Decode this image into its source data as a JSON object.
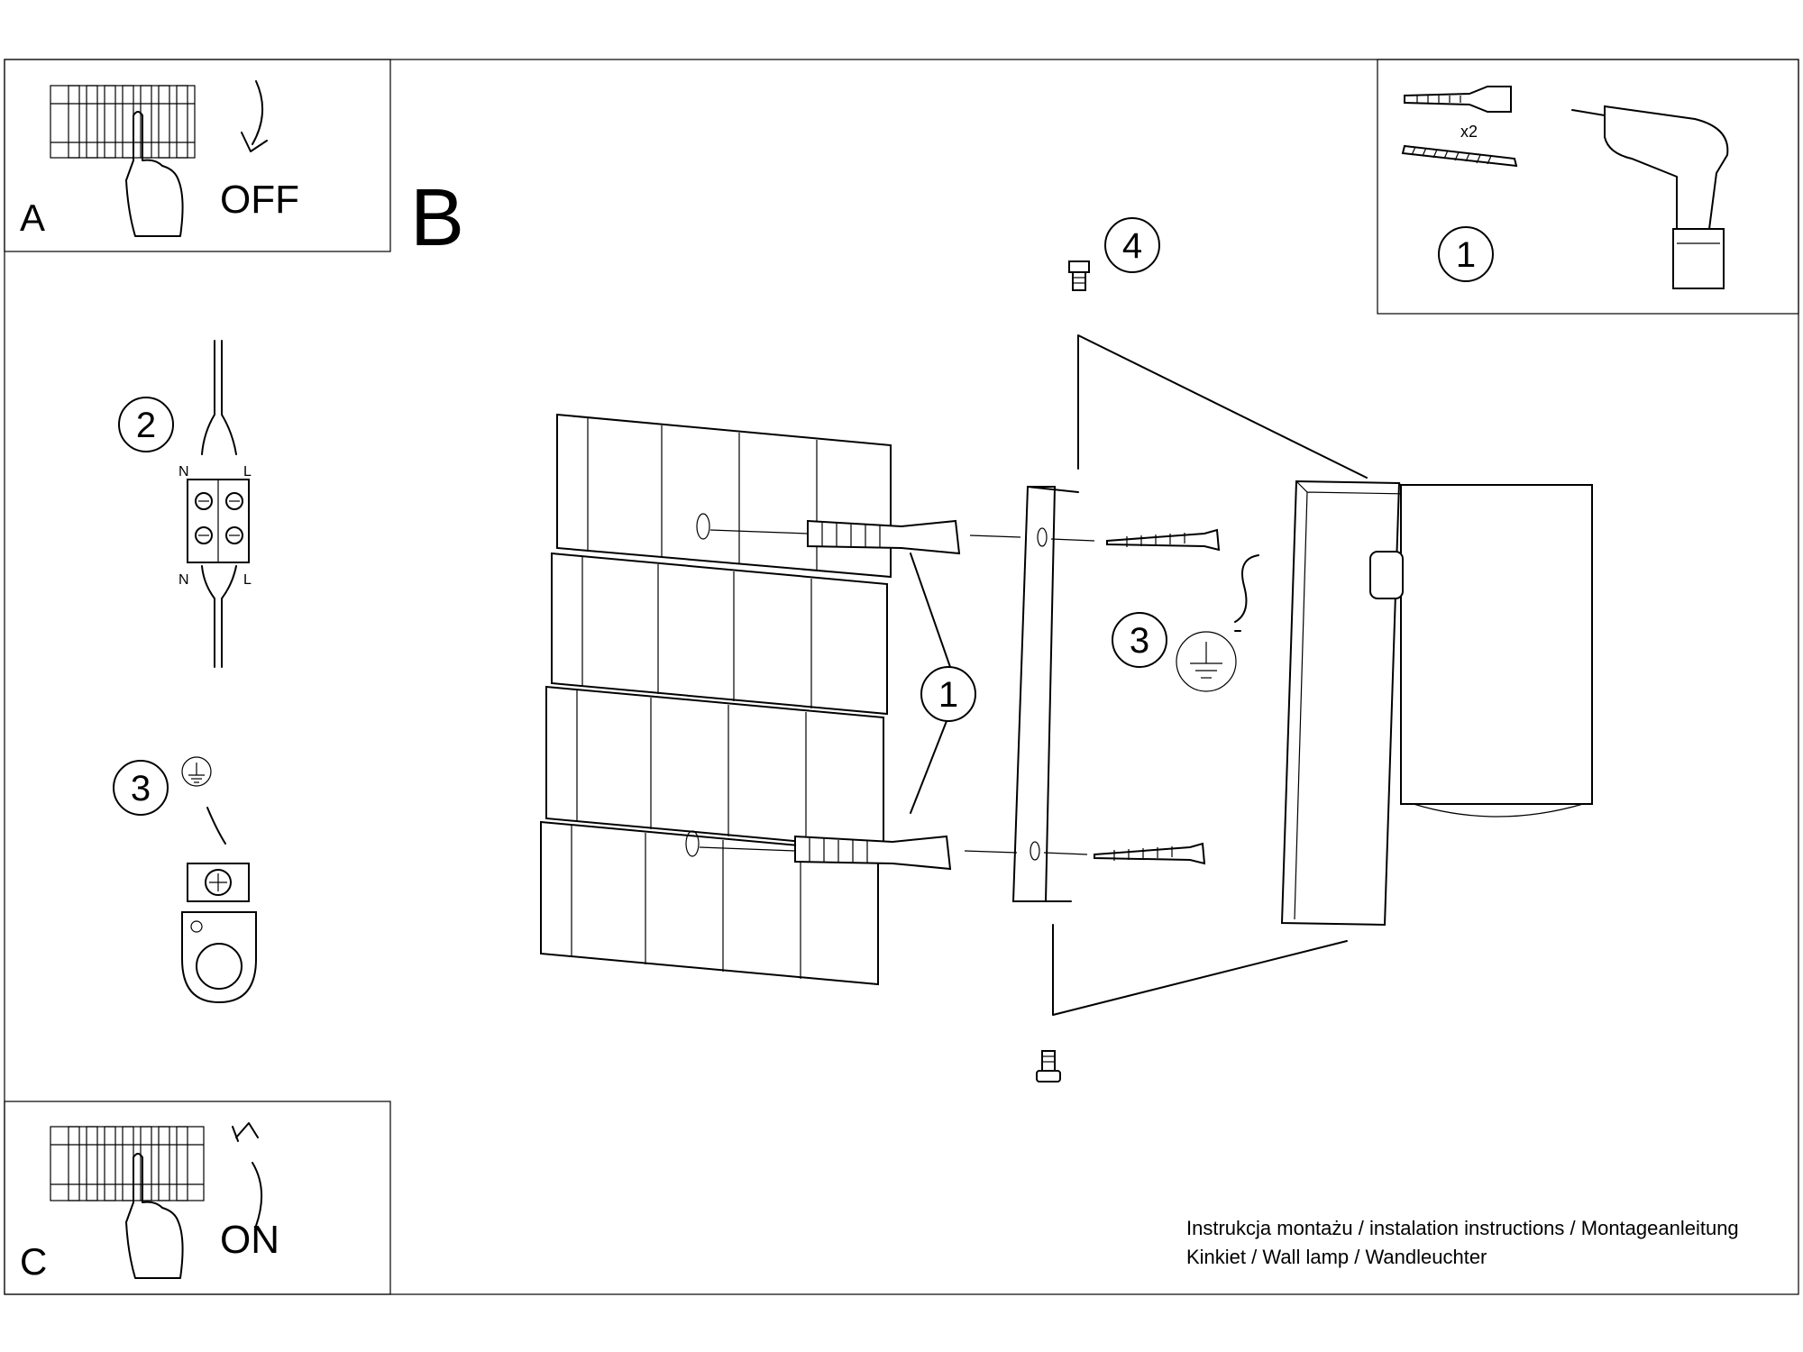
{
  "panels": {
    "a": {
      "letter": "A",
      "action": "OFF"
    },
    "b": {
      "letter": "B"
    },
    "c": {
      "letter": "C",
      "action": "ON"
    }
  },
  "wiring": {
    "step2_number": "2",
    "step3_number": "3",
    "terminal_labels": {
      "top_left": "N",
      "top_right": "L",
      "bottom_left": "N",
      "bottom_right": "L"
    }
  },
  "tools": {
    "quantity": "x2",
    "step_number": "1"
  },
  "assembly": {
    "callout_wall_plugs": "1",
    "callout_ground": "3",
    "callout_screw": "4"
  },
  "footer": {
    "line1": "Instrukcja montażu / instalation instructions / Montageanleitung",
    "line2": "Kinkiet / Wall lamp / Wandleuchter"
  }
}
